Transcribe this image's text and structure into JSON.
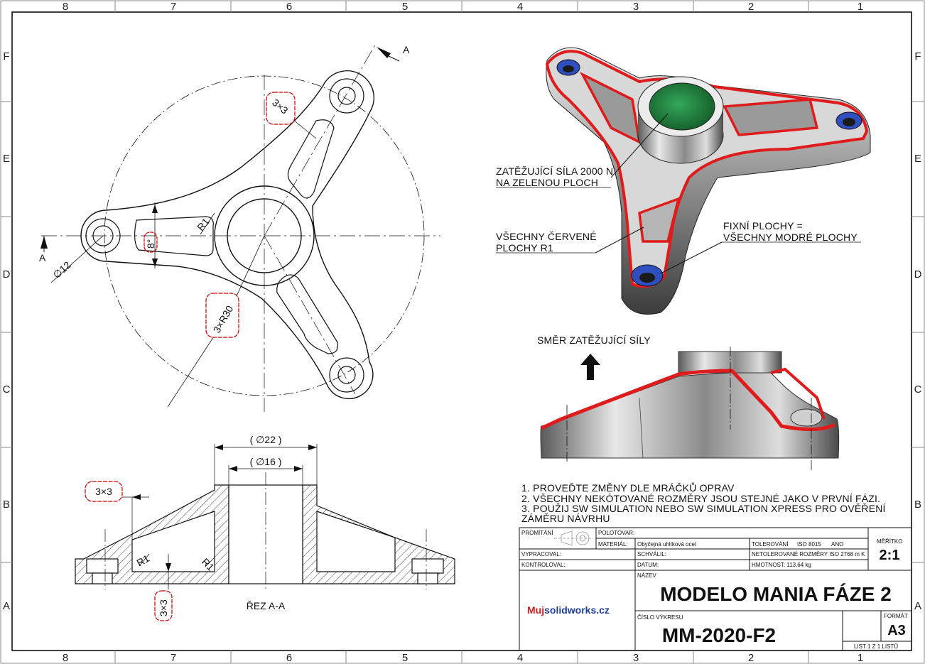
{
  "border": {
    "top_zones": [
      "8",
      "7",
      "6",
      "5",
      "4",
      "3",
      "2",
      "1"
    ],
    "bottom_zones": [
      "8",
      "7",
      "6",
      "5",
      "4",
      "3",
      "2",
      "1"
    ],
    "left_zones": [
      "F",
      "E",
      "D",
      "C",
      "B",
      "A"
    ],
    "right_zones": [
      "F",
      "E",
      "D",
      "C",
      "B",
      "A"
    ]
  },
  "top_view": {
    "section_marker": "A",
    "dim_diameter": "∅12",
    "dim_radius_fillet": "R1",
    "dim_angle": "8°",
    "cloud_3x3": "3×3",
    "cloud_3xR30": "3×R30"
  },
  "section_view": {
    "dim_outer_dia": "( ∅22 )",
    "dim_inner_dia": "( ∅16 )",
    "cloud_3x3_left": "3×3",
    "cloud_3x3_bottom": "3×3",
    "fillet_left": "R1",
    "fillet_right": "R1",
    "caption": "ŘEZ A-A"
  },
  "iso_view": {
    "load_label_line1": "ZATĚŽUJÍCÍ SÍLA 2000 N",
    "load_label_line2": "NA ZELENOU PLOCH",
    "red_label_line1": "VŠECHNY ČERVENÉ",
    "red_label_line2": "PLOCHY R1",
    "fixed_label_line1": "FIXNÍ PLOCHY =",
    "fixed_label_line2": "VŠECHNY MODRÉ PLOCHY"
  },
  "side_view": {
    "direction_label": "SMĚR ZATĚŽUJÍCÍ SÍLY"
  },
  "notes": [
    "1. PROVEĎTE ZMĚNY DLE MRÁČKŮ OPRAV",
    "2. VŠECHNY NEKÓTOVANÉ ROZMĚRY JSOU STEJNÉ JAKO V PRVNÍ FÁZI.",
    "3. POUŽIJ SW SIMULATION NEBO SW SIMULATION XPRESS PRO OVĚŘENÍ",
    "    ZÁMĚRU NÁVRHU"
  ],
  "title_block": {
    "promitani": "PROMÍTÁNÍ",
    "polotovar": "POLOTOVAR:",
    "material_label": "MATERIÁL:",
    "material_value": "Obyčejná uhlíková ocel",
    "tolerance_label": "TOLEROVÁNÍ",
    "tolerance_std": "ISO 8015",
    "tolerance_val": "ANO",
    "vypracoval": "VYPRACOVAL:",
    "schvalil": "SCHVÁLIL:",
    "netolerovane": "NETOLEROVANÉ ROZMĚRY ISO 2768 m K",
    "kontroloval": "KONTROLOVAL:",
    "datum": "DATUM:",
    "hmotnost": "HMOTNOST: 113.64 kg",
    "meritko_label": "MĚŘÍTKO",
    "meritko_value": "2:1",
    "nazev_label": "NÁZEV",
    "nazev_value": "MODELO MANIA FÁZE 2",
    "logo_mu": "Muj",
    "logo_rest": "solidworks.cz",
    "cislo_label": "ČÍSLO VÝKRESU",
    "cislo_value": "MM-2020-F2",
    "format_label": "FORMÁT",
    "format_value": "A3",
    "sheet_label": "LIST 1 Z 1 LISTŮ"
  },
  "colors": {
    "line": "#111111",
    "cloud": "#cc0000",
    "fillet_red": "#e01b1b",
    "face_green": "#1f7a3a",
    "face_blue": "#2f4fbf",
    "metal": "#8c8c8c"
  }
}
